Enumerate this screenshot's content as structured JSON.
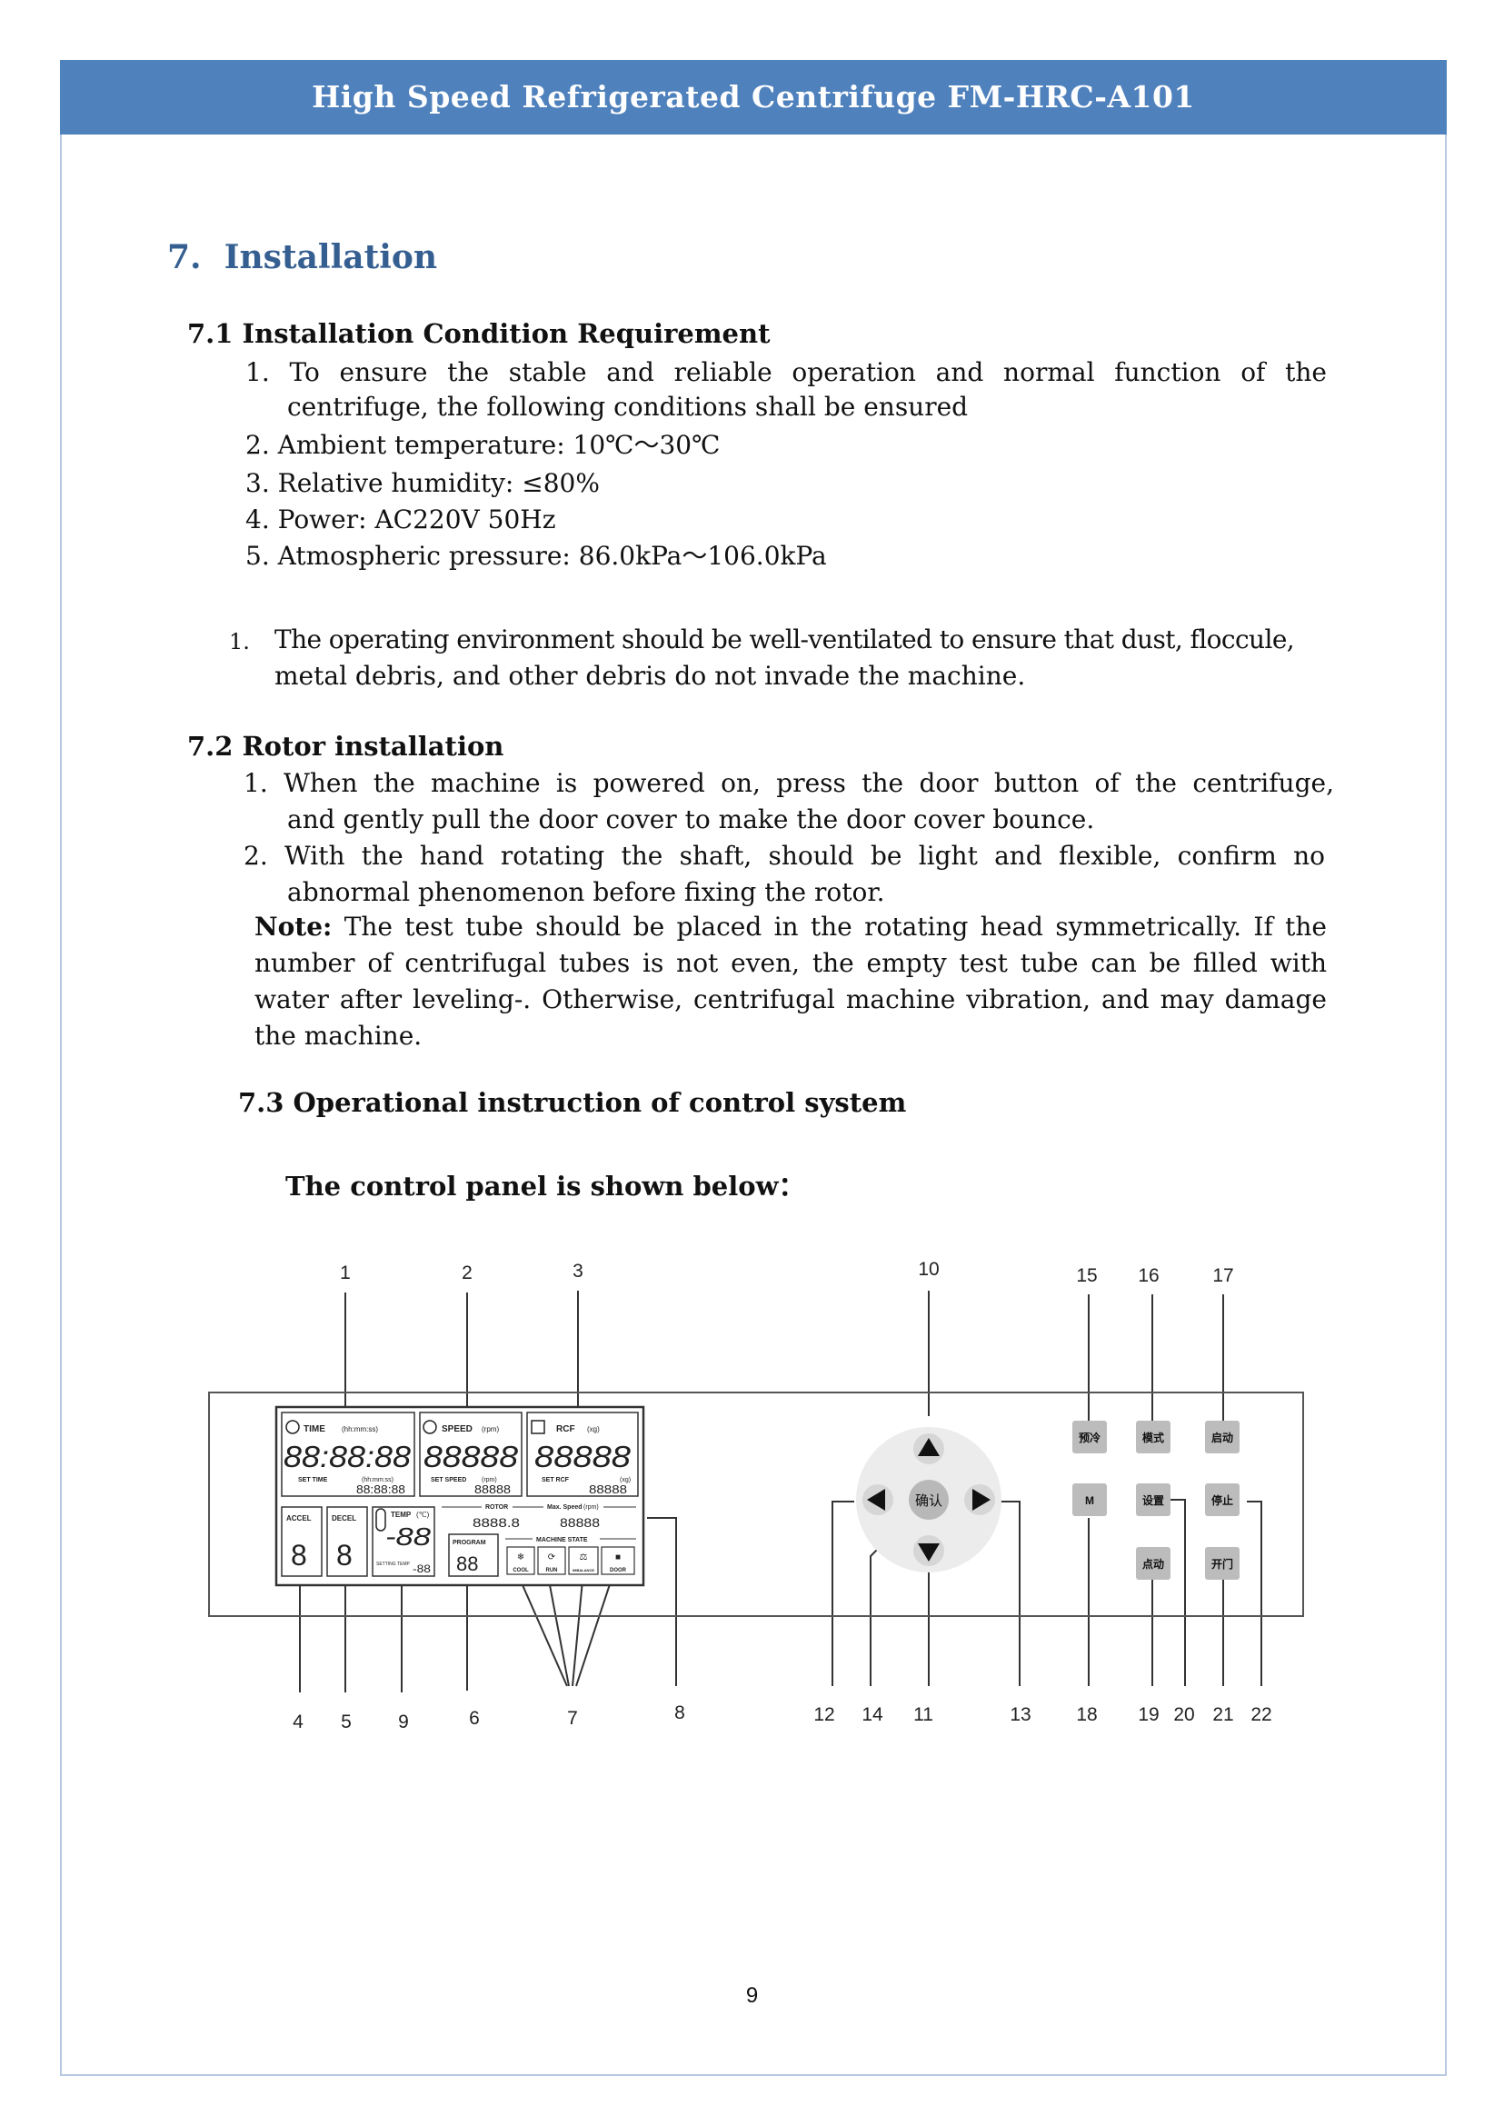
{
  "header": {
    "title": "High Speed Refrigerated Centrifuge FM-HRC-A101"
  },
  "section": {
    "number": "7.",
    "title": "Installation"
  },
  "s71": {
    "heading": "7.1 Installation Condition Requirement",
    "item1_line1": "1. To ensure the stable and reliable operation and normal function of the",
    "item1_line2": "centrifuge, the following conditions shall be ensured",
    "item2": "2. Ambient  temperature:  10℃～30℃",
    "item3": "3. Relative  humidity:  ≤80%",
    "item4": "4. Power: AC220V  50Hz",
    "item5": "5. Atmospheric pressure: 86.0kPa～106.0kPa",
    "extra_num": "1.",
    "extra_line1": "The operating environment should be well-ventilated to ensure that dust, floccule,",
    "extra_line2": "metal debris, and other debris do not invade the machine."
  },
  "s72": {
    "heading": "7.2 Rotor  installation",
    "item1_line1": "1.  When the machine is powered on, press the door button of the centrifuge,",
    "item1_line2": "and gently pull the door cover to make the door cover bounce.",
    "item2_line1": "2.  With the hand rotating the shaft, should be light and flexible, confirm no",
    "item2_line2": "abnormal phenomenon before fixing the rotor.",
    "note_label": "Note:",
    "note_line1": " The test tube should be  placed  in  the  rotating  head symmetrically. If the",
    "note_line2": "number of centrifugal tubes is not even, the empty test tube can be filled with",
    "note_line3": "water after leveling-. Otherwise, centrifugal machine vibration, and may damage",
    "note_line4": "the machine."
  },
  "s73": {
    "heading": "7.3 Operational instruction of control system",
    "panel_caption": "The control panel is shown below："
  },
  "panel": {
    "callouts_top": [
      "1",
      "2",
      "3",
      "10",
      "15",
      "16",
      "17"
    ],
    "callouts_bottom": [
      "4",
      "5",
      "9",
      "6",
      "7",
      "8",
      "12",
      "14",
      "11",
      "13",
      "18",
      "19",
      "20",
      "21",
      "22"
    ],
    "lcd": {
      "time_label": "TIME",
      "time_unit": "(hh:mm:ss)",
      "time_value": "88:88:88",
      "set_time_label": "SET TIME",
      "set_time_unit": "(hh:mm:ss)",
      "set_time_value": "88:88:88",
      "speed_label": "SPEED",
      "speed_unit": "(rpm)",
      "speed_value": "88888",
      "set_speed_label": "SET SPEED",
      "set_speed_unit": "(rpm)",
      "set_speed_value": "88888",
      "rcf_label": "RCF",
      "rcf_unit": "(xg)",
      "rcf_value": "88888",
      "set_rcf_label": "SET RCF",
      "set_rcf_unit": "(xg)",
      "set_rcf_value": "88888",
      "accel_label": "ACCEL",
      "accel_value": "8",
      "decel_label": "DECEL",
      "decel_value": "8",
      "temp_label": "TEMP",
      "temp_unit": "(℃)",
      "temp_value": "-88",
      "setting_temp_label": "SETTING TEMP",
      "setting_temp_value": "-88",
      "rotor_label": "ROTOR",
      "rotor_value": "8888.8",
      "max_speed_label": "Max. Speed",
      "max_speed_unit": "(rpm)",
      "max_speed_value": "88888",
      "program_label": "PROGRAM",
      "program_value": "88",
      "machine_state_label": "MACHINE STATE",
      "states": [
        "COOL",
        "RUN",
        "IMBALANCE",
        "DOOR"
      ]
    },
    "confirm_label": "确认",
    "buttons": {
      "precool": "预冷",
      "mode": "模式",
      "start": "启动",
      "m": "M",
      "setting": "设置",
      "stop": "停止",
      "jog": "点动",
      "open_door": "开门"
    }
  },
  "page_number": "9"
}
